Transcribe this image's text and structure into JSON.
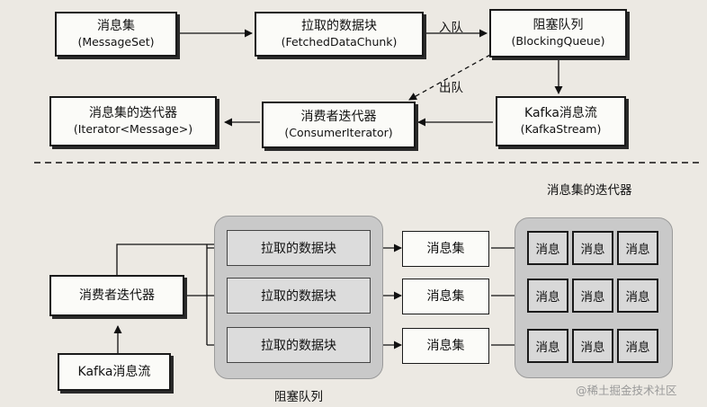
{
  "top": {
    "message_set": {
      "name": "消息集",
      "en": "(MessageSet)"
    },
    "fetched_chunk": {
      "name": "拉取的数据块",
      "en": "(FetchedDataChunk)"
    },
    "blocking_queue": {
      "name": "阻塞队列",
      "en": "(BlockingQueue)"
    },
    "iterator": {
      "name": "消息集的迭代器",
      "en": "(Iterator<Message>)"
    },
    "consumer_iterator": {
      "name": "消费者迭代器",
      "en": "(ConsumerIterator)"
    },
    "kafka_stream": {
      "name": "Kafka消息流",
      "en": "(KafkaStream)"
    },
    "enqueue_label": "入队",
    "dequeue_label": "出队"
  },
  "bottom": {
    "consumer_iterator": "消费者迭代器",
    "kafka_stream": "Kafka消息流",
    "chunk_label": "拉取的数据块",
    "message_set_label": "消息集",
    "message_label": "消息",
    "queue_caption": "阻塞队列",
    "iterator_caption": "消息集的迭代器",
    "chunks": [
      "拉取的数据块",
      "拉取的数据块",
      "拉取的数据块"
    ],
    "sets": [
      "消息集",
      "消息集",
      "消息集"
    ],
    "messages": [
      [
        "消息",
        "消息",
        "消息"
      ],
      [
        "消息",
        "消息",
        "消息"
      ],
      [
        "消息",
        "消息",
        "消息"
      ]
    ]
  },
  "watermark": "@稀土掘金技术社区"
}
